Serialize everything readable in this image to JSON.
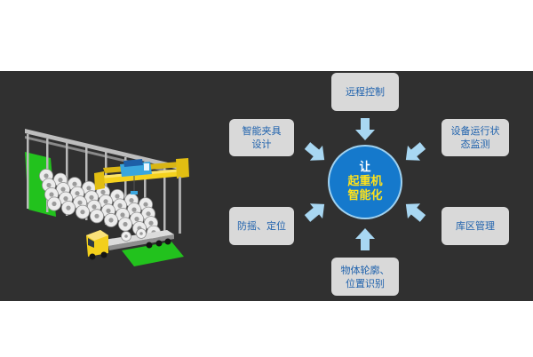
{
  "colors": {
    "background": "#ffffff",
    "band": "#303030",
    "box_fill": "#d9d9d9",
    "box_text": "#1f62ad",
    "arrow": "#a8d7f2",
    "circle_fill": "#1579cc",
    "circle_ring": "#9fd1f0",
    "circle_text_primary": "#ffffff",
    "circle_text_accent": "#ffe21a",
    "floor_zone": "#22c21d",
    "crane": "#f5d21e"
  },
  "center": {
    "lines": [
      "让",
      "起重机",
      "智能化"
    ]
  },
  "features": {
    "remote_control": {
      "lines": [
        "远程控制"
      ]
    },
    "smart_clamp_design": {
      "lines": [
        "智能夹具",
        "设计"
      ]
    },
    "equipment_status_monitoring": {
      "lines": [
        "设备运行状",
        "态监测"
      ]
    },
    "anti_sway_positioning": {
      "lines": [
        "防摇、定位"
      ]
    },
    "yard_management": {
      "lines": [
        "库区管理"
      ]
    },
    "object_contour_position_recognition": {
      "lines": [
        "物体轮廓、",
        "位置识别"
      ]
    }
  },
  "icons": {
    "illustration": "crane-illustration",
    "arrows": "arrow-icon"
  }
}
